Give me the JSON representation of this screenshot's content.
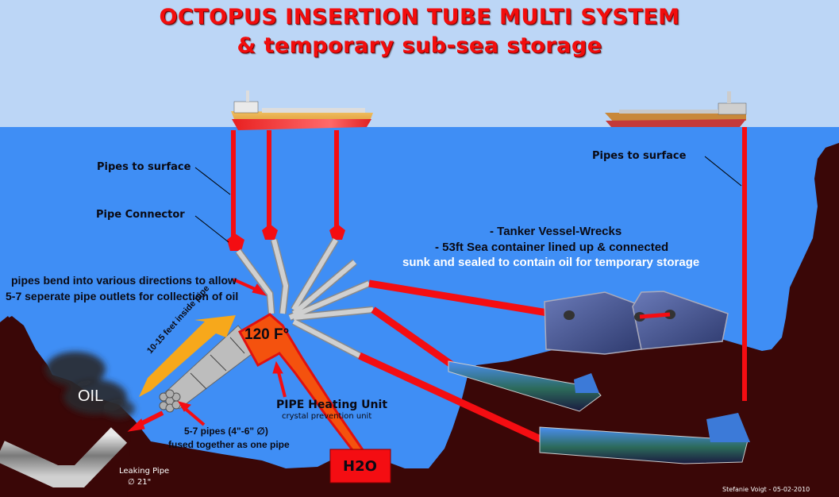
{
  "title": {
    "line1": "OCTOPUS INSERTION TUBE MULTI SYSTEM",
    "line2": "& temporary sub-sea storage"
  },
  "labels": {
    "pipes_to_surface_left": "Pipes to surface",
    "pipe_connector": "Pipe Connector",
    "pipes_bend_line1": "pipes bend into various directions to allow",
    "pipes_bend_line2": "5-7 seperate pipe outlets for collection of oil",
    "pipes_to_surface_right": "Pipes to surface",
    "storage_line1": "- Tanker Vessel-Wrecks",
    "storage_line2": "- 53ft Sea container lined up & connected",
    "storage_line3": "sunk and sealed to contain oil for temporary storage",
    "feet_inside_pipe": "10-15 feet inside pipe",
    "temperature": "120 F°",
    "oil": "OIL",
    "heating_unit_title": "PIPE Heating Unit",
    "heating_unit_sub": "crystal prevention unit",
    "fused_pipes_line1": "5-7 pipes (4\"-6\" ∅)",
    "fused_pipes_line2": "fused together as one pipe",
    "h2o": "H2O",
    "leaking_pipe_line1": "Leaking Pipe",
    "leaking_pipe_line2": "∅ 21\"",
    "credit": "Stefanie Voigt - 05-02-2010"
  },
  "colors": {
    "sky": "#bcd6f6",
    "sea": "#3f8ef5",
    "seabed": "#3a0707",
    "pipe_red": "#f40d12",
    "title_red": "#f20d0d",
    "pipe_gray": "#c8c8c8",
    "heater_orange": "#f4520e",
    "arrow_orange": "#f7a81b",
    "container_blue": "#4a5a90"
  }
}
